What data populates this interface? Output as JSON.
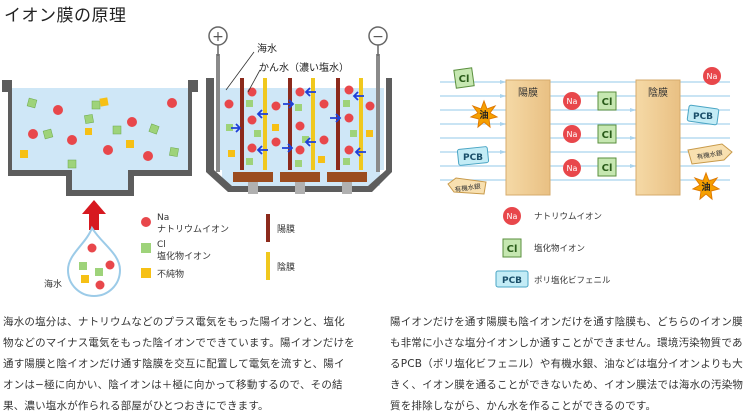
{
  "title": "イオン膜の原理",
  "left_diagram": {
    "seawater_label": "海水",
    "channel_label_sea": "海水",
    "channel_label_brine": "かん水（濃い塩水）",
    "plus_sign": "+",
    "minus_sign": "−",
    "legend": {
      "na_symbol": "Na",
      "na_label": "ナトリウムイオン",
      "cl_symbol": "Cl",
      "cl_label": "塩化物イオン",
      "impurity_label": "不純物",
      "cation_membrane_label": "陽膜",
      "anion_membrane_label": "陰膜"
    }
  },
  "right_diagram": {
    "cation_membrane_label": "陽膜",
    "anion_membrane_label": "陰膜",
    "ion_na": "Na",
    "ion_cl": "Cl",
    "pcb": "PCB",
    "oil": "油",
    "organic_mercury": "有機水銀",
    "legend": {
      "na_label": "ナトリウムイオン",
      "cl_label": "塩化物イオン",
      "pcb_label": "ポリ塩化ビフェニル"
    }
  },
  "colors": {
    "na": "#e8474b",
    "cl_fill": "#9ed37a",
    "impurity": "#f6c015",
    "cation_membrane": "#8c2a1c",
    "anion_membrane": "#f0c81e",
    "water": "#cfe7f7",
    "arrow_blue": "#1e3fd8",
    "red_arrow": "#d71920"
  },
  "paragraphs": {
    "left": "海水の塩分は、ナトリウムなどのプラス電気をもった陽イオンと、塩化物などのマイナス電気をもった陰イオンでできています。陽イオンだけを通す陽膜と陰イオンだけ通す陰膜を交互に配置して電気を流すと、陽イオンは−極に向かい、陰イオンは＋極に向かって移動するので、その結果、濃い塩水が作られる部屋がひとつおきにできます。",
    "right": "陽イオンだけを通す陽膜も陰イオンだけを通す陰膜も、どちらのイオン膜も非常に小さな塩分イオンしか通すことができません。環境汚染物質であるPCB（ポリ塩化ビフェニル）や有機水銀、油などは塩分イオンよりも大きく、イオン膜を通ることができないため、イオン膜法では海水の汚染物質を排除しながら、かん水を作ることができるのです。"
  }
}
